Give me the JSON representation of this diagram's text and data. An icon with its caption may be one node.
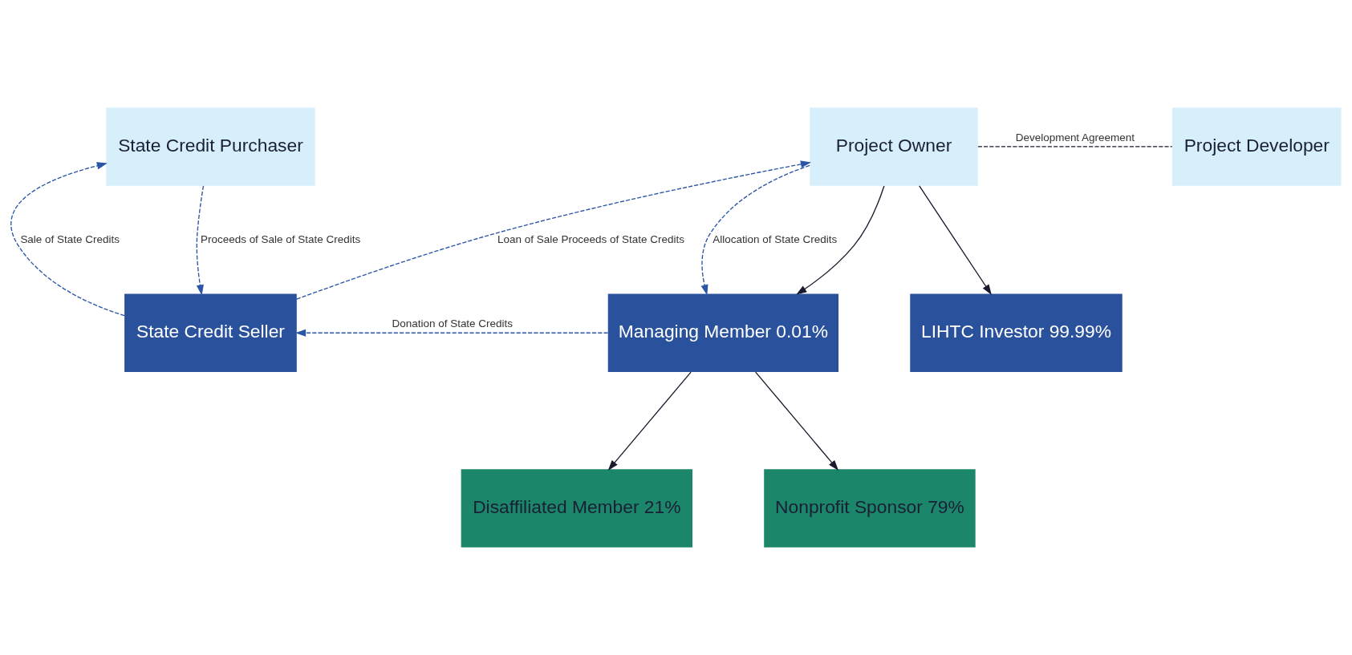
{
  "diagram": {
    "nodes": [
      {
        "text": [
          "State Credit Purchaser"
        ]
      },
      {
        "text": [
          "Project Owner"
        ]
      },
      {
        "text": [
          "Project Developer"
        ]
      },
      {
        "text": [
          "State Credit Seller"
        ]
      },
      {
        "text": [
          "Managing Member 0.01%"
        ]
      },
      {
        "text": [
          "LIHTC Investor 99.99%"
        ]
      },
      {
        "text": [
          "Disaffiliated Member 21%"
        ]
      },
      {
        "text": [
          "Nonprofit Sponsor 79%"
        ]
      }
    ],
    "edges": [
      {
        "from": 3,
        "to": 0,
        "arrow": "to",
        "label": "Sale of State Credits",
        "style": "dashed"
      },
      {
        "from": 0,
        "to": 3,
        "arrow": "to",
        "label": "Proceeds of Sale of State Credits",
        "style": "dashed"
      },
      {
        "from": 3,
        "to": 1,
        "arrow": "to",
        "label": "Loan of Sale Proceeds of State Credits",
        "style": "dashed"
      },
      {
        "from": 1,
        "to": 4,
        "arrow": "to",
        "label": "Allocation of State Credits",
        "style": "dashed"
      },
      {
        "from": 4,
        "to": 3,
        "arrow": "to",
        "label": "Donation of State Credits",
        "style": "dashed"
      },
      {
        "from": 1,
        "to": 2,
        "arrow": "none",
        "label": "Development Agreement",
        "style": "dashed",
        "color": "#1a1a2e"
      },
      {
        "from": 1,
        "to": 4,
        "arrow": "to",
        "color": "#1a1a2e"
      },
      {
        "from": 1,
        "to": 5,
        "arrow": "to",
        "color": "#1a1a2e"
      },
      {
        "from": 4,
        "to": 6,
        "arrow": "to",
        "color": "#1a1a2e"
      },
      {
        "from": 4,
        "to": 7,
        "arrow": "to",
        "color": "#1a1a2e"
      }
    ]
  }
}
